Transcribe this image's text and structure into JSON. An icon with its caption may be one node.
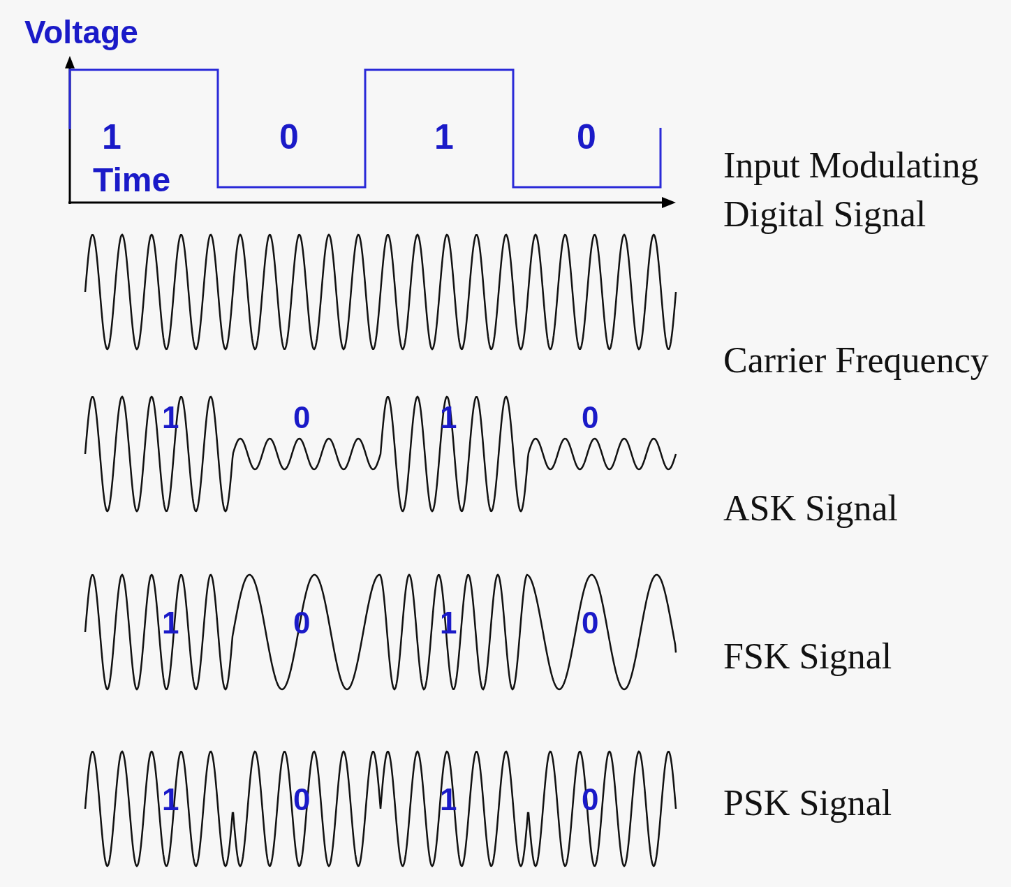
{
  "diagram": {
    "labels": [
      "Voltage",
      "1",
      "0",
      "1",
      "0",
      "Time",
      "Input Modulating Digital Signal",
      "Carrier Frequency",
      "1",
      "0",
      "1",
      "0",
      "ASK Signal",
      "1",
      "0",
      "1",
      "0",
      "FSK Signal",
      "1",
      "0",
      "1",
      "0",
      "PSK Signal"
    ]
  }
}
